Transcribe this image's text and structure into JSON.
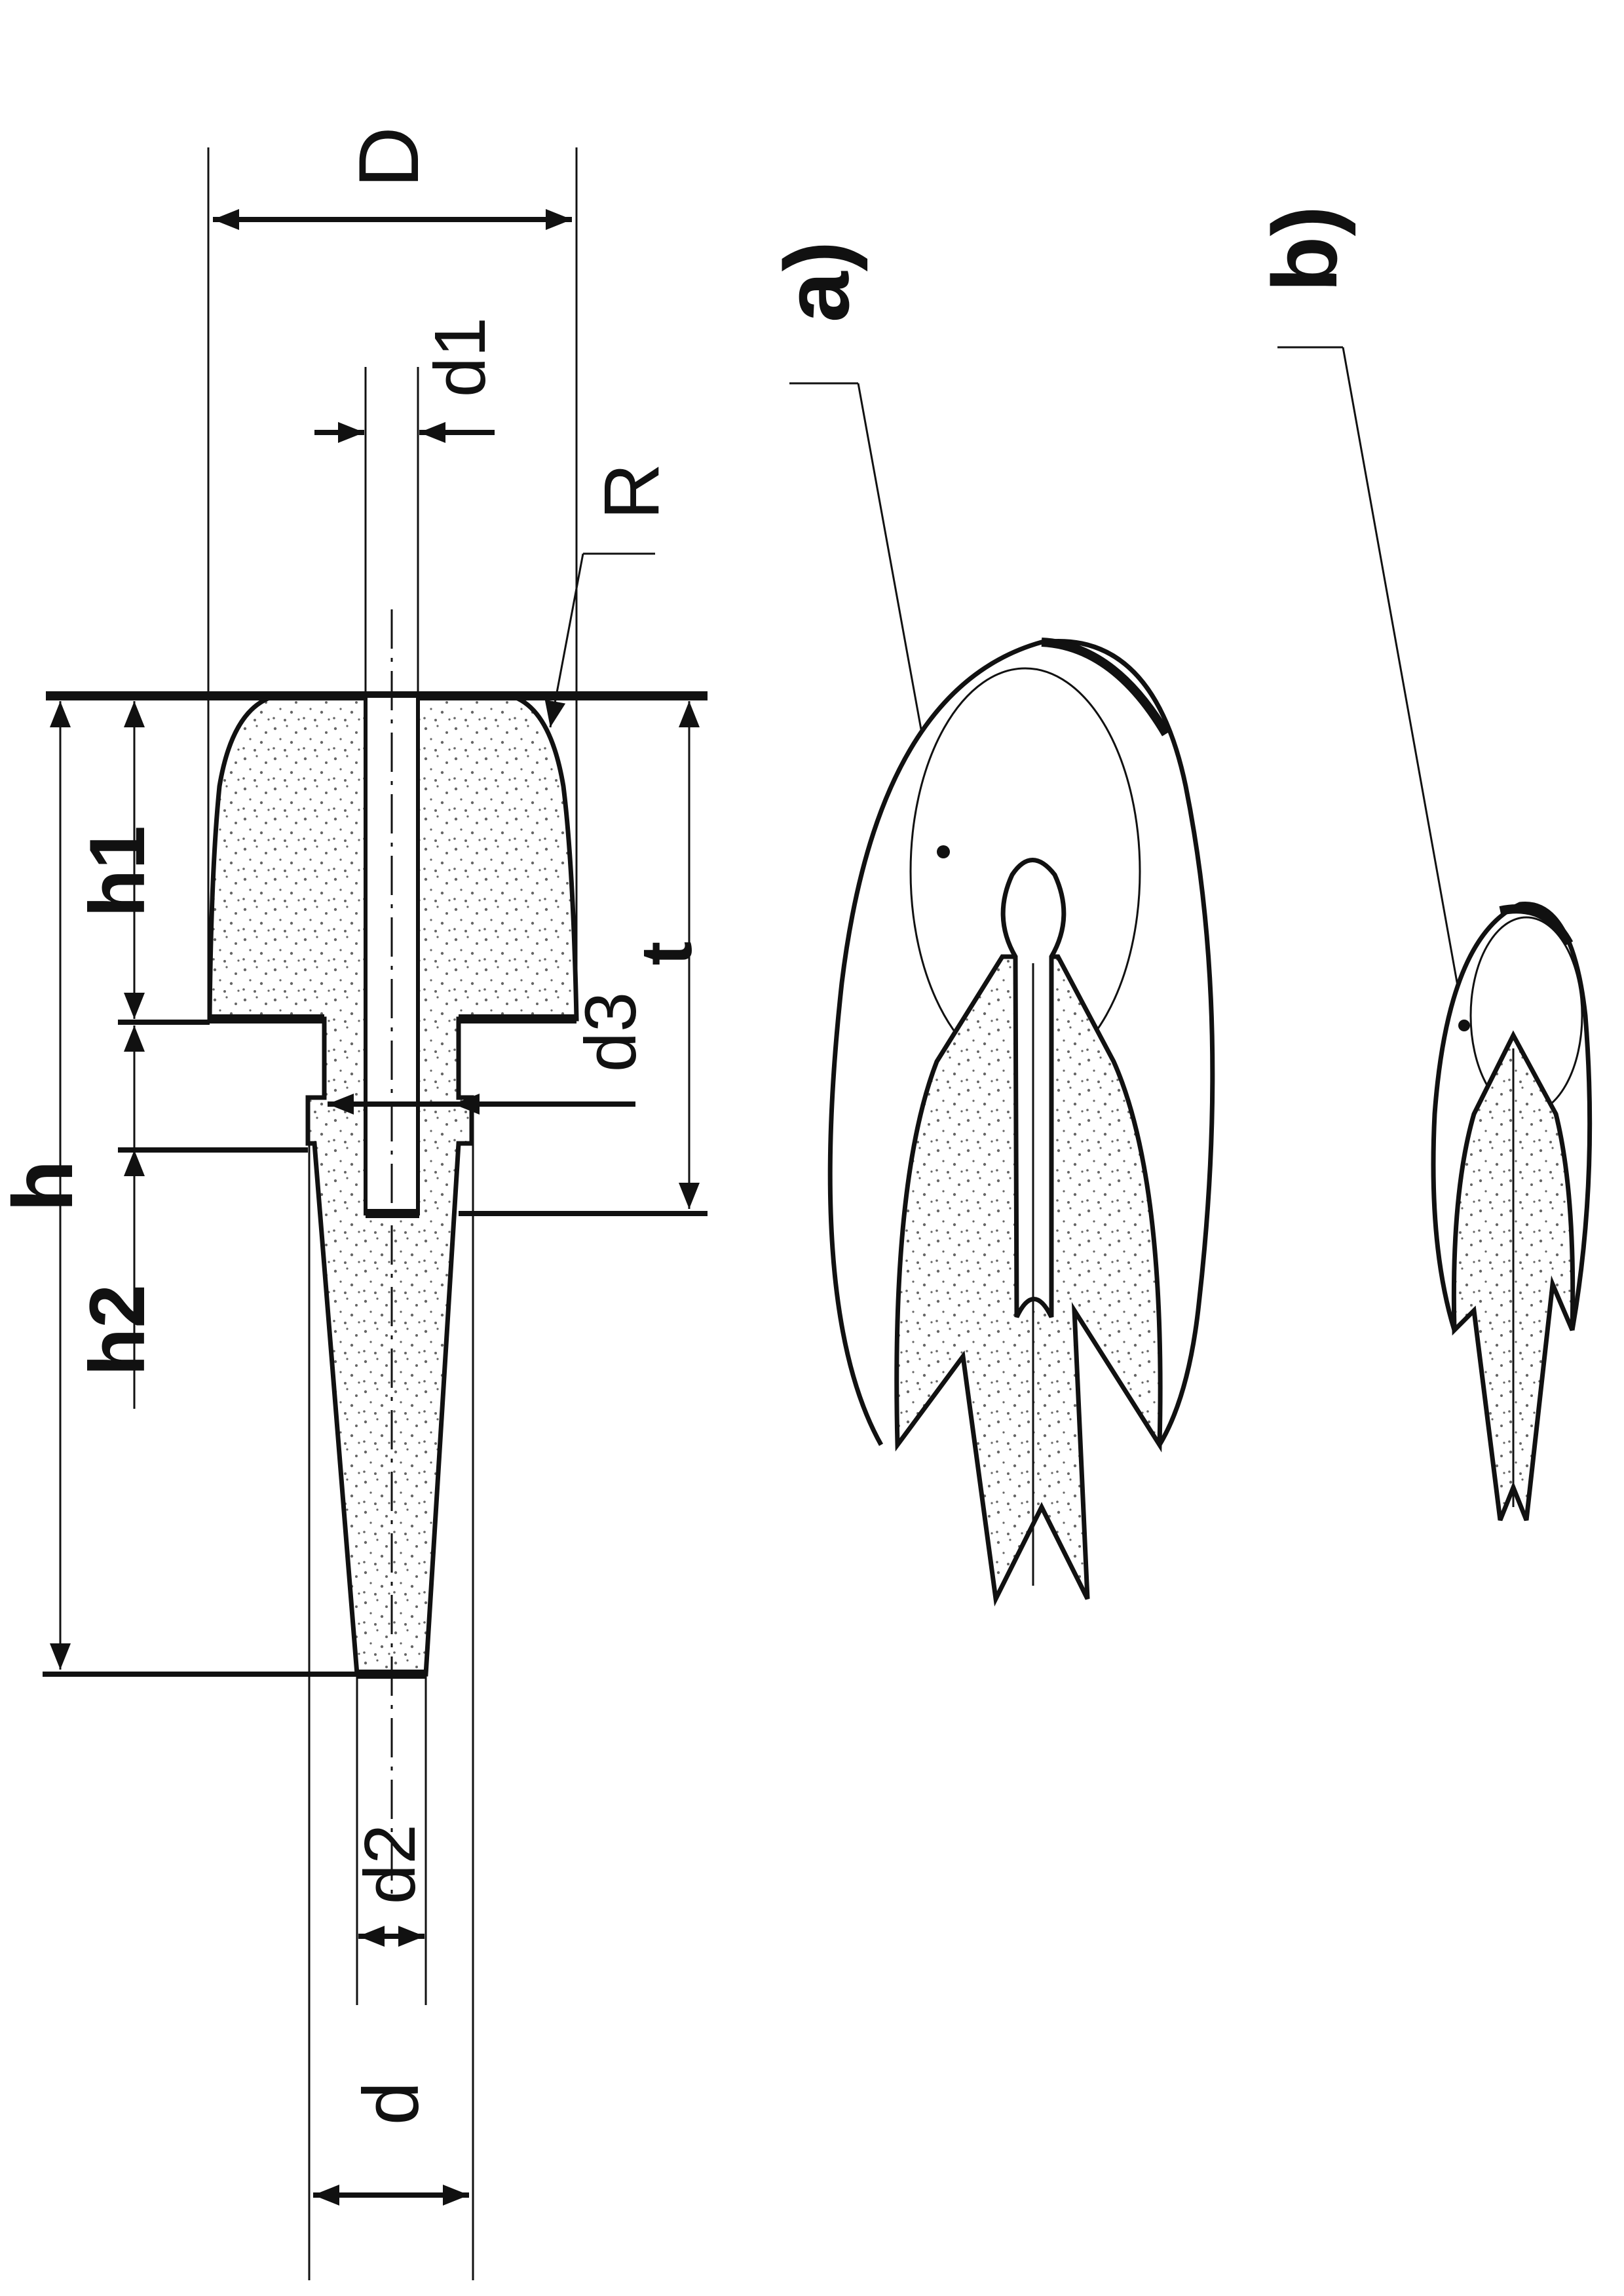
{
  "labels": {
    "D": "D",
    "d1": "d1",
    "R": "R",
    "h1": "h1",
    "d3": "d3",
    "t": "t",
    "h": "h",
    "h2": "h2",
    "d2": "d2",
    "d": "d",
    "a": "a)",
    "b": "b)"
  },
  "colors": {
    "line": "#111111",
    "fill_dots": "#666666",
    "background": "#ffffff"
  }
}
